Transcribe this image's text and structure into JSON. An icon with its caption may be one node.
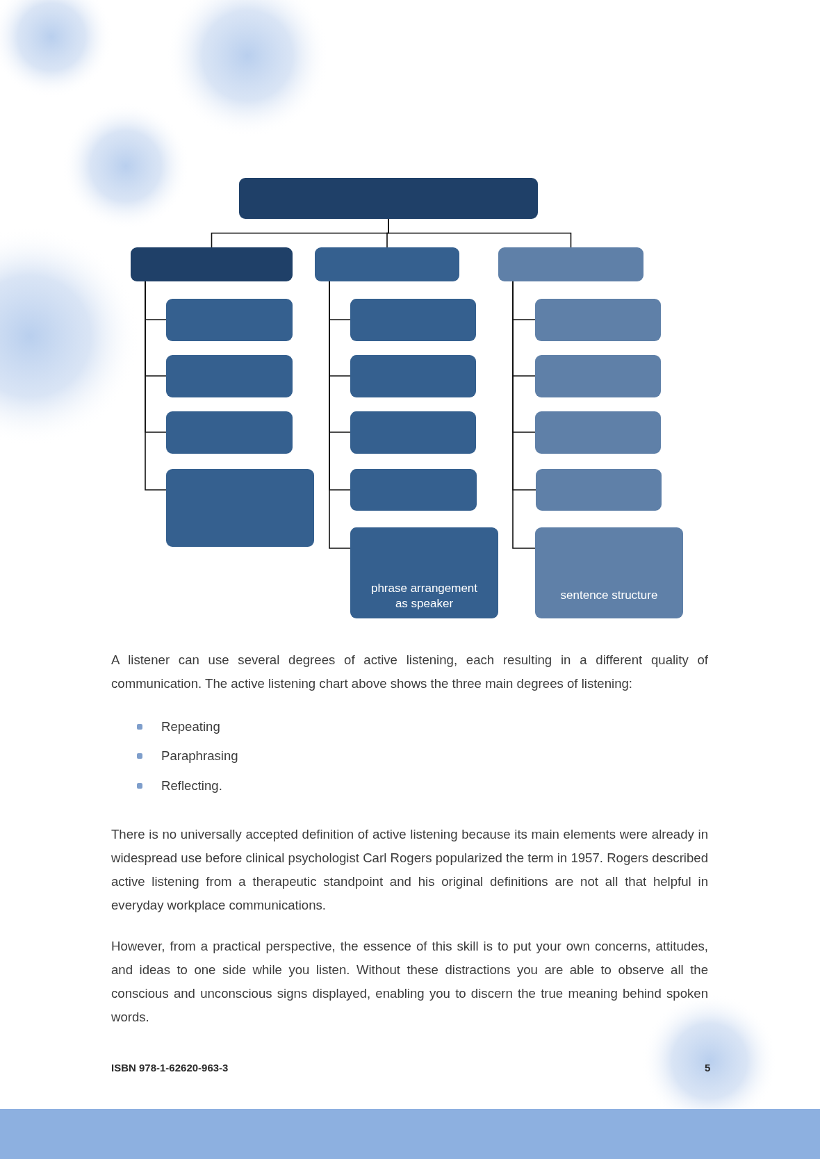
{
  "diagram": {
    "nodes": [
      {
        "text": [],
        "shape": "box"
      },
      {
        "text": [],
        "shape": "box"
      },
      {
        "text": [],
        "shape": "box"
      },
      {
        "text": [],
        "shape": "box"
      },
      {
        "text": [],
        "shape": "box"
      },
      {
        "text": [],
        "shape": "box"
      },
      {
        "text": [],
        "shape": "box"
      },
      {
        "text": [],
        "shape": "box"
      },
      {
        "text": [],
        "shape": "box"
      },
      {
        "text": [],
        "shape": "box"
      },
      {
        "text": [],
        "shape": "box"
      },
      {
        "text": [],
        "shape": "box"
      },
      {
        "text": [
          "phrase arrangement as speaker"
        ]
      },
      {
        "text": [],
        "shape": "box"
      },
      {
        "text": [],
        "shape": "box"
      },
      {
        "text": [],
        "shape": "box"
      },
      {
        "text": [],
        "shape": "box"
      },
      {
        "text": [
          "sentence structure"
        ]
      }
    ],
    "edges": [
      {
        "from": 0,
        "to": 1,
        "arrow": "none"
      },
      {
        "from": 0,
        "to": 2,
        "arrow": "none"
      },
      {
        "from": 0,
        "to": 3,
        "arrow": "none"
      },
      {
        "from": 1,
        "to": 4,
        "arrow": "none"
      },
      {
        "from": 1,
        "to": 5,
        "arrow": "none"
      },
      {
        "from": 1,
        "to": 6,
        "arrow": "none"
      },
      {
        "from": 1,
        "to": 7,
        "arrow": "none"
      },
      {
        "from": 2,
        "to": 8,
        "arrow": "none"
      },
      {
        "from": 2,
        "to": 9,
        "arrow": "none"
      },
      {
        "from": 2,
        "to": 10,
        "arrow": "none"
      },
      {
        "from": 2,
        "to": 11,
        "arrow": "none"
      },
      {
        "from": 2,
        "to": 12,
        "arrow": "none"
      },
      {
        "from": 3,
        "to": 13,
        "arrow": "none"
      },
      {
        "from": 3,
        "to": 14,
        "arrow": "none"
      },
      {
        "from": 3,
        "to": 15,
        "arrow": "none"
      },
      {
        "from": 3,
        "to": 16,
        "arrow": "none"
      },
      {
        "from": 3,
        "to": 17,
        "arrow": "none"
      }
    ],
    "labels": [
      "A listener can use several degrees of active listening, each resulting in a different quality of communication. The active listening chart above shows the three main degrees of listening:",
      "Repeating",
      "Paraphrasing",
      "Reflecting.",
      "There is no universally accepted definition of active listening because its main elements were already in widespread use before clinical psychologist Carl Rogers popularized the term in 1957. Rogers described active listening from a therapeutic standpoint and his original definitions are not all that helpful in everyday workplace communications.",
      "However, from a practical perspective, the essence of this skill is to put your own concerns, attitudes, and ideas to one side while you listen. Without these distractions you are able to observe all the conscious and unconscious signs displayed, enabling you to discern the true meaning behind spoken words.",
      "ISBN 978-1-62620-963-3",
      "5"
    ]
  }
}
